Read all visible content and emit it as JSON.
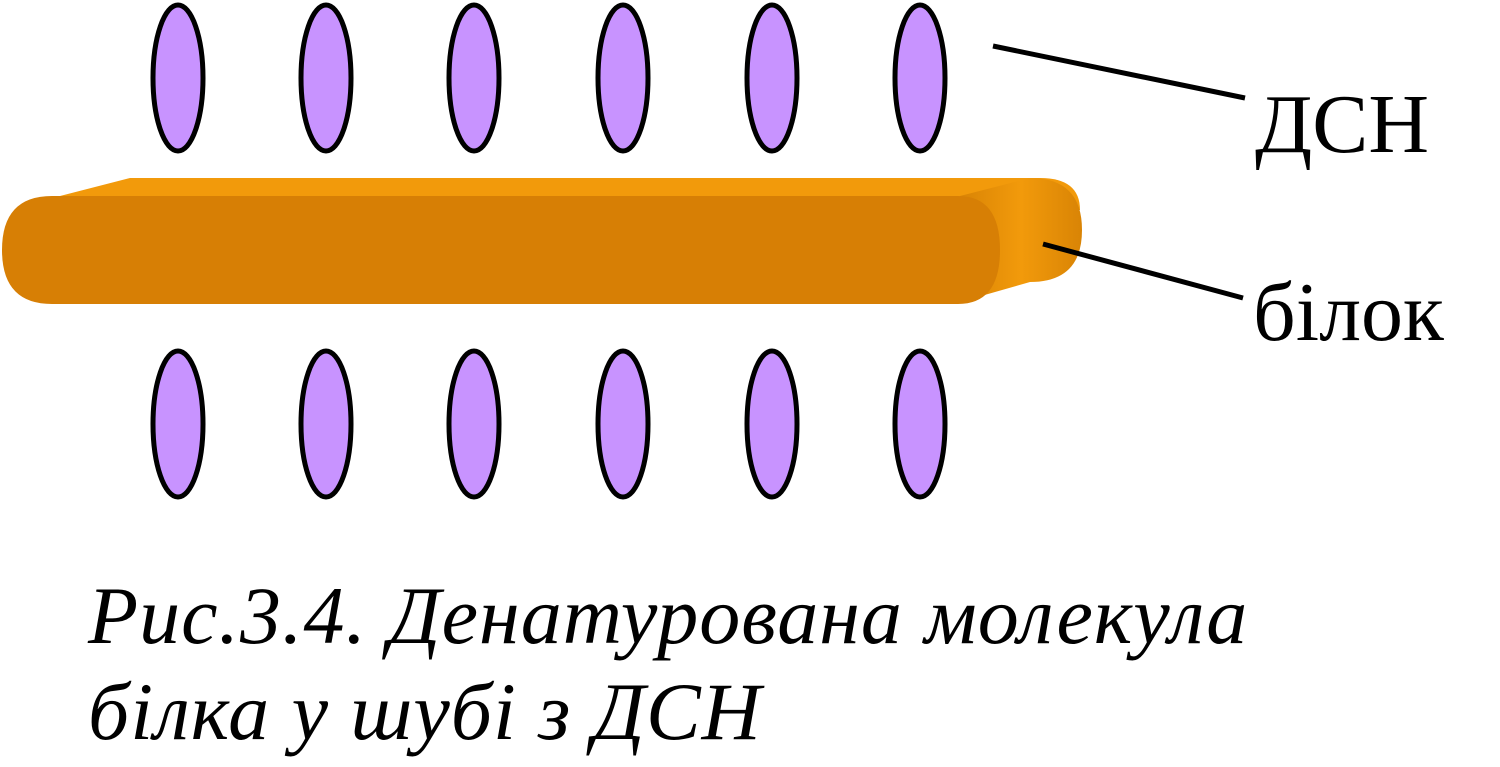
{
  "labels": {
    "sds": "ДСН",
    "protein": "білок"
  },
  "caption": {
    "line1": "Рис.3.4. Денатурована молекула",
    "line2": "білка у шубі з ДСН"
  },
  "colors": {
    "sds_fill": "#c893ff",
    "sds_stroke": "#000000",
    "protein_main": "#d77f05",
    "protein_top": "#f29a0b",
    "protein_end": "#e58c0a",
    "background": "#ffffff"
  },
  "sds_rows": {
    "top_count": 6,
    "bottom_count": 6
  }
}
